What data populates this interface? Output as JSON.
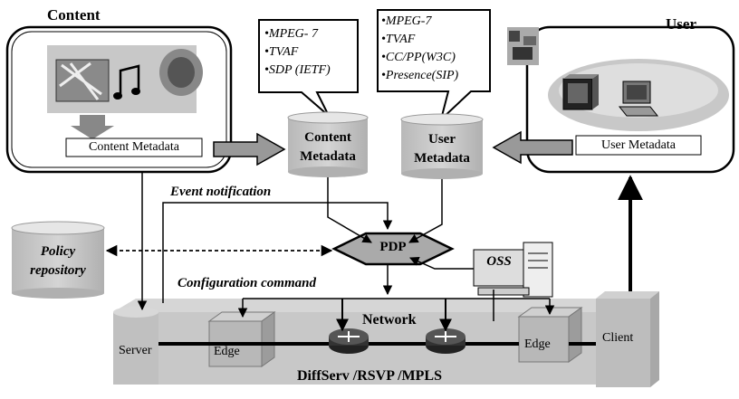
{
  "content": {
    "title": "Content",
    "metadata_box": "Content Metadata",
    "bubble": [
      "•MPEG- 7",
      "•TVAF",
      "•SDP (IETF)"
    ]
  },
  "user": {
    "title": "User",
    "metadata_box": "User Metadata",
    "bubble": [
      "•MPEG-7",
      "•TVAF",
      "•CC/PP(W3C)",
      "•Presence(SIP)"
    ]
  },
  "stores": {
    "content_metadata": [
      "Content",
      "Metadata"
    ],
    "user_metadata": [
      "User",
      "Metadata"
    ],
    "policy_repository": [
      "Policy",
      "repository"
    ]
  },
  "flows": {
    "event_notification": "Event  notification",
    "configuration_command": "Configuration command"
  },
  "pdp": "PDP",
  "oss": "OSS",
  "network": {
    "title": "Network",
    "server": "Server",
    "edge_left": "Edge",
    "edge_right": "Edge",
    "client": "Client",
    "footer": "DiffServ /RSVP /MPLS"
  }
}
